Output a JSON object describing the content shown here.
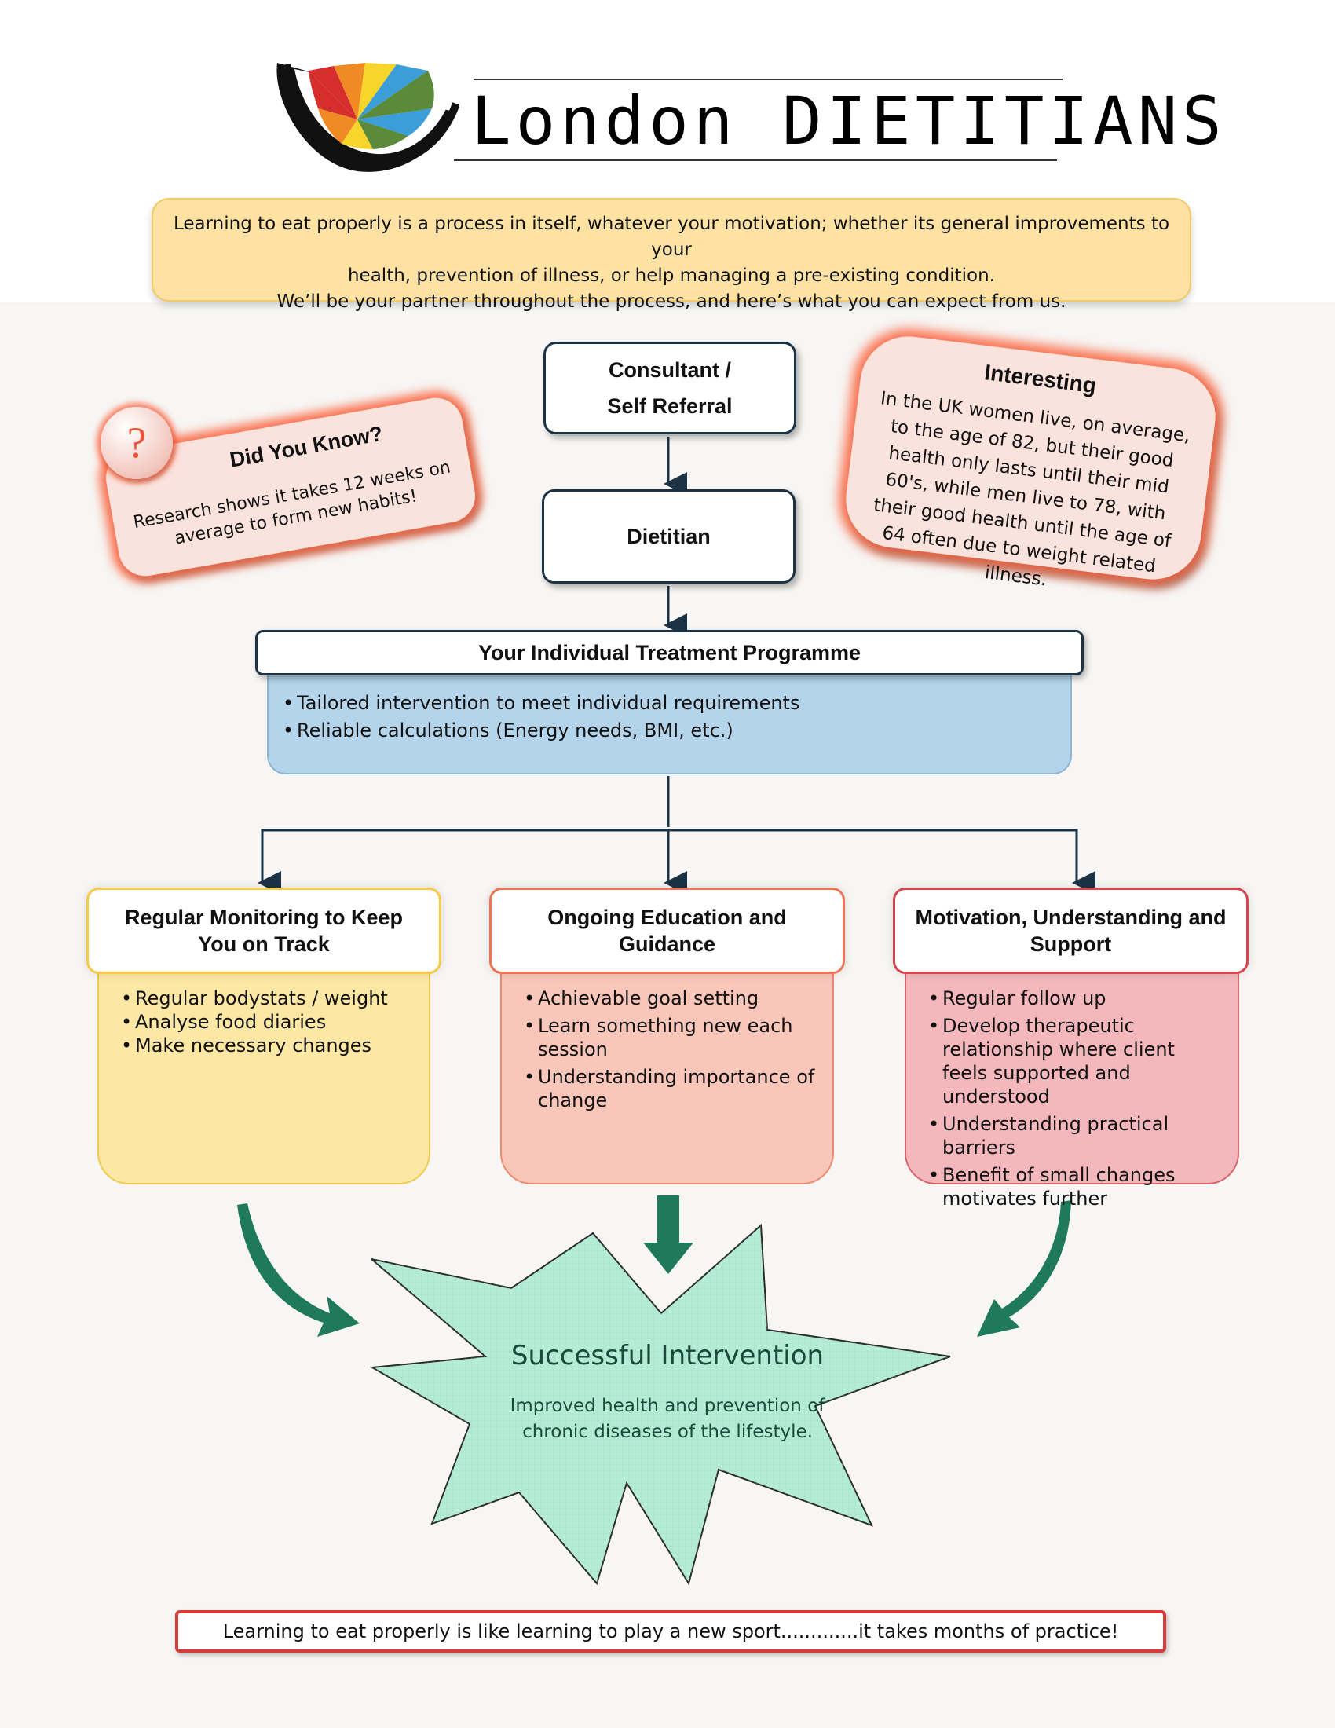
{
  "header": {
    "brand_title": "London DIETITIANS"
  },
  "intro": {
    "line1": "Learning to eat properly is a process in itself, whatever your motivation; whether its general improvements to your",
    "line2": "health, prevention of illness, or help managing a pre-existing condition.",
    "line3": "We’ll be your partner throughout the process, and here’s what you can expect from us."
  },
  "flow": {
    "referral_line1": "Consultant /",
    "referral_line2": "Self Referral",
    "dietitian": "Dietitian",
    "programme": {
      "title": "Your Individual Treatment Programme",
      "items": [
        "Tailored intervention to meet individual requirements",
        "Reliable calculations (Energy needs, BMI, etc.)"
      ]
    }
  },
  "did_you_know": {
    "icon": "question-mark-icon",
    "symbol": "?",
    "title": "Did You Know?",
    "text": "Research shows it takes 12 weeks on average to form new habits!"
  },
  "interesting": {
    "title": "Interesting",
    "text": "In the UK women live, on average, to the age of 82, but their good health only lasts until their mid 60's, while men live to 78, with their good health until the age of 64 often due to weight related illness."
  },
  "columns": [
    {
      "title_line1": "Regular Monitoring to Keep",
      "title_line2": "You on Track",
      "items": [
        "Regular bodystats / weight",
        "Analyse food diaries",
        "Make necessary changes"
      ]
    },
    {
      "title_line1": "Ongoing Education and",
      "title_line2": "Guidance",
      "items": [
        "Achievable goal setting",
        "Learn something new each session",
        "Understanding importance of change"
      ]
    },
    {
      "title_line1": "Motivation, Understanding and",
      "title_line2": "Support",
      "items": [
        "Regular follow up",
        "Develop therapeutic relationship where client feels supported and understood",
        "Understanding practical barriers",
        "Benefit of small changes motivates further"
      ]
    }
  ],
  "outcome": {
    "title": "Successful Intervention",
    "text": "Improved health and prevention of chronic diseases of the lifestyle."
  },
  "footer": {
    "quote": "Learning to eat properly is like learning to play a new sport.............it takes months of practice!"
  },
  "colors": {
    "intro_bg": "#fde2a3",
    "programme_bg": "#b3d4ea",
    "col1_bg": "#fde7a5",
    "col2_bg": "#f9c6ba",
    "col3_bg": "#f3b7bc",
    "burst_bg": "#b4ecd7",
    "arrow_green": "#1e7a5a",
    "callout_glow": "#fc613c",
    "footer_border": "#d53b3b"
  }
}
